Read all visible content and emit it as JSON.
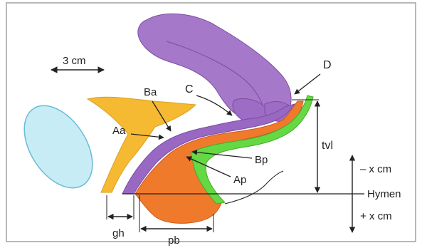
{
  "colors": {
    "frame": "#b8b8b8",
    "bladder": "#c8ecf5",
    "bladder_stroke": "#67bcd6",
    "pubic_bone": "#f5b932",
    "pubic_bone_stroke": "#dba021",
    "uterus": "#a678c9",
    "uterus_stroke": "#7b4ea3",
    "vaginal_wall": "#9868c2",
    "perineal_body": "#f07a2c",
    "perineal_body_stroke": "#d0581b",
    "rectal_wall": "#66d844",
    "rectal_wall_stroke": "#3fae28",
    "lines": "#222222"
  },
  "labels": {
    "scale": "3 cm",
    "point_d": "D",
    "point_c": "C",
    "point_ba": "Ba",
    "point_aa": "Aa",
    "point_bp": "Bp",
    "point_ap": "Ap",
    "tvl": "tvl",
    "minus_x": "– x cm",
    "hymen": "Hymen",
    "plus_x": "+ x cm",
    "gh": "gh",
    "pb": "pb"
  },
  "icons": {
    "arrow": "arrow-icon",
    "double_arrow": "double-arrow-icon"
  }
}
